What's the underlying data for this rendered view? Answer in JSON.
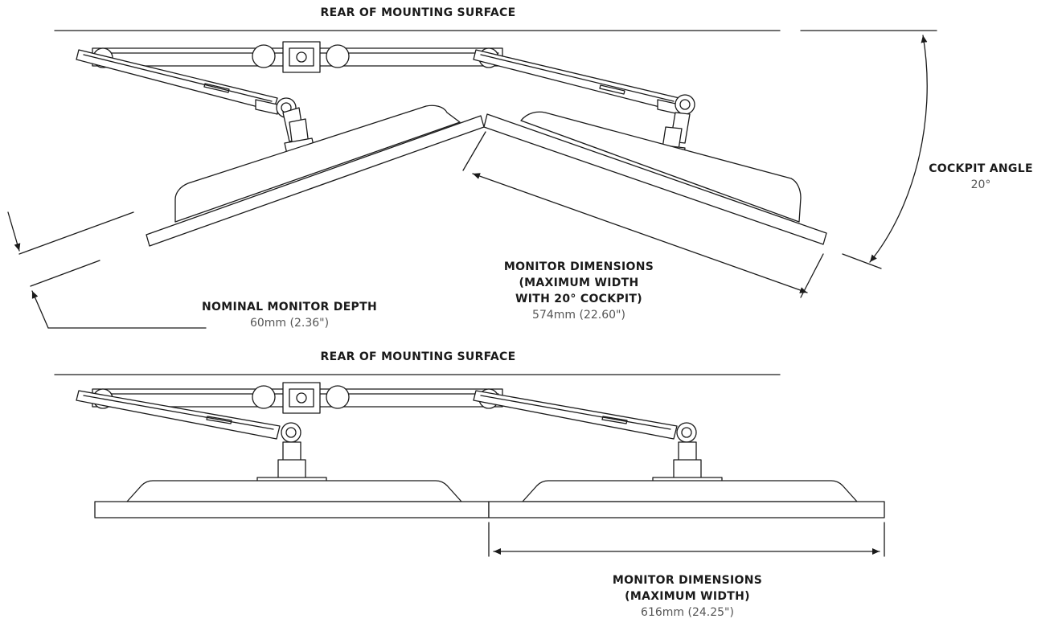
{
  "top": {
    "surface_label": "REAR OF MOUNTING SURFACE",
    "cockpit_angle": {
      "title": "COCKPIT ANGLE",
      "value": "20°"
    },
    "monitor_depth": {
      "title": "NOMINAL MONITOR DEPTH",
      "value": "60mm (2.36\")"
    },
    "monitor_dimensions": {
      "line1": "MONITOR DIMENSIONS",
      "line2": "(MAXIMUM WIDTH",
      "line3": "WITH 20° COCKPIT)",
      "value": "574mm (22.60\")"
    }
  },
  "bottom": {
    "surface_label": "REAR OF MOUNTING SURFACE",
    "monitor_dimensions": {
      "line1": "MONITOR DIMENSIONS",
      "line2": "(MAXIMUM WIDTH)",
      "value": "616mm (24.25\")"
    }
  }
}
